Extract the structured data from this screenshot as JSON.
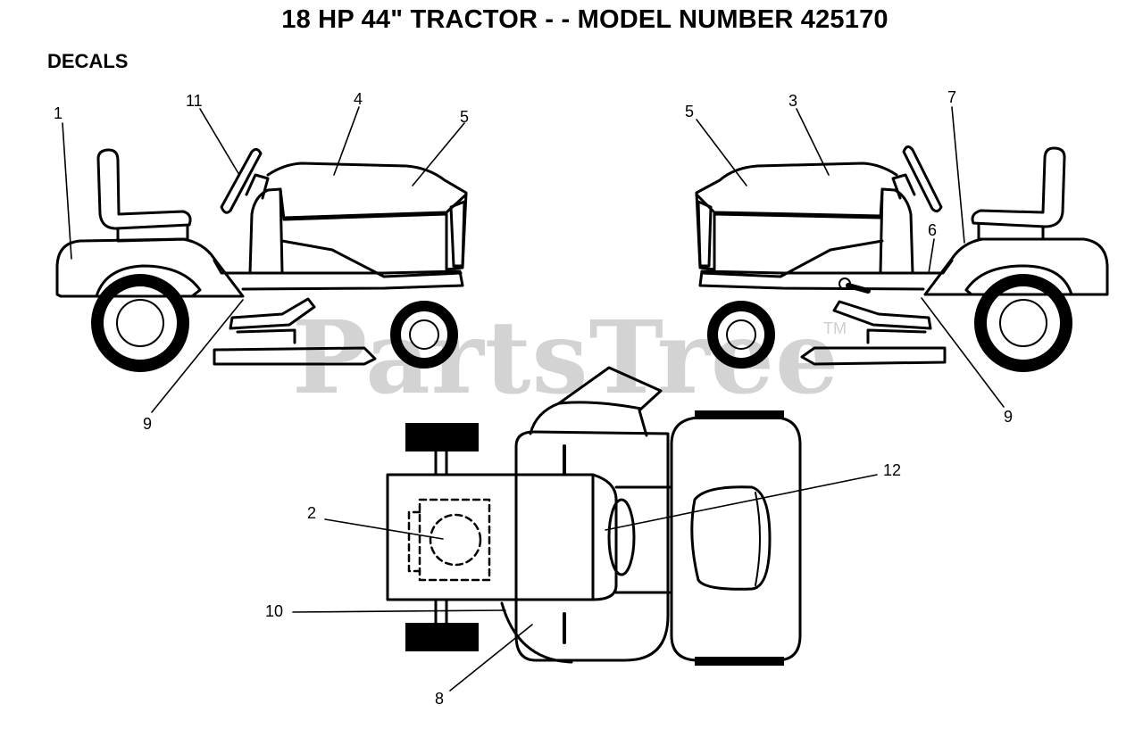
{
  "title": "18 HP 44\" TRACTOR - - MODEL NUMBER 425170",
  "section": "DECALS",
  "watermark": {
    "text": "PartsTree",
    "tm": "TM",
    "color": "#d3d3d3"
  },
  "callouts": {
    "c1": "1",
    "c2": "2",
    "c3": "3",
    "c4": "4",
    "c5_left": "5",
    "c5_right": "5",
    "c6": "6",
    "c7": "7",
    "c8": "8",
    "c9_left": "9",
    "c9_right": "9",
    "c10": "10",
    "c11": "11",
    "c12": "12"
  }
}
